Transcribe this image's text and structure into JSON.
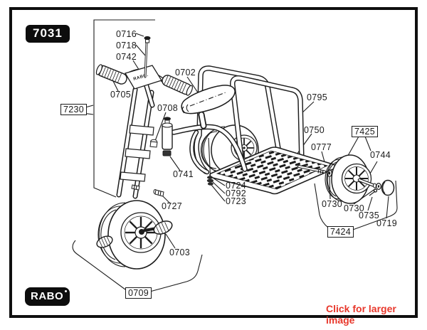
{
  "model_badge": "7031",
  "brand_logo": "RABO",
  "enlarge_link": "Click for larger image",
  "colors": {
    "line": "#1d1d1d",
    "link_red": "#e8382c",
    "badge_bg": "#0d0d0d"
  },
  "diagram": {
    "plate_text": "RABO.",
    "labels": [
      {
        "text": "0716",
        "boxed": false
      },
      {
        "text": "0718",
        "boxed": false
      },
      {
        "text": "0742",
        "boxed": false
      },
      {
        "text": "0702",
        "boxed": false
      },
      {
        "text": "0705",
        "boxed": false
      },
      {
        "text": "7230",
        "boxed": true
      },
      {
        "text": "0708",
        "boxed": false
      },
      {
        "text": "0741",
        "boxed": false
      },
      {
        "text": "0727",
        "boxed": false
      },
      {
        "text": "0703",
        "boxed": false
      },
      {
        "text": "0709",
        "boxed": true
      },
      {
        "text": "0795",
        "boxed": false
      },
      {
        "text": "0750",
        "boxed": false
      },
      {
        "text": "0777",
        "boxed": false
      },
      {
        "text": "7425",
        "boxed": true
      },
      {
        "text": "0744",
        "boxed": false
      },
      {
        "text": "0724",
        "boxed": false
      },
      {
        "text": "0792",
        "boxed": false
      },
      {
        "text": "0723",
        "boxed": false
      },
      {
        "text": "0730",
        "boxed": false
      },
      {
        "text": "0730",
        "boxed": false
      },
      {
        "text": "0735",
        "boxed": false
      },
      {
        "text": "0719",
        "boxed": false
      },
      {
        "text": "7424",
        "boxed": false
      }
    ]
  }
}
